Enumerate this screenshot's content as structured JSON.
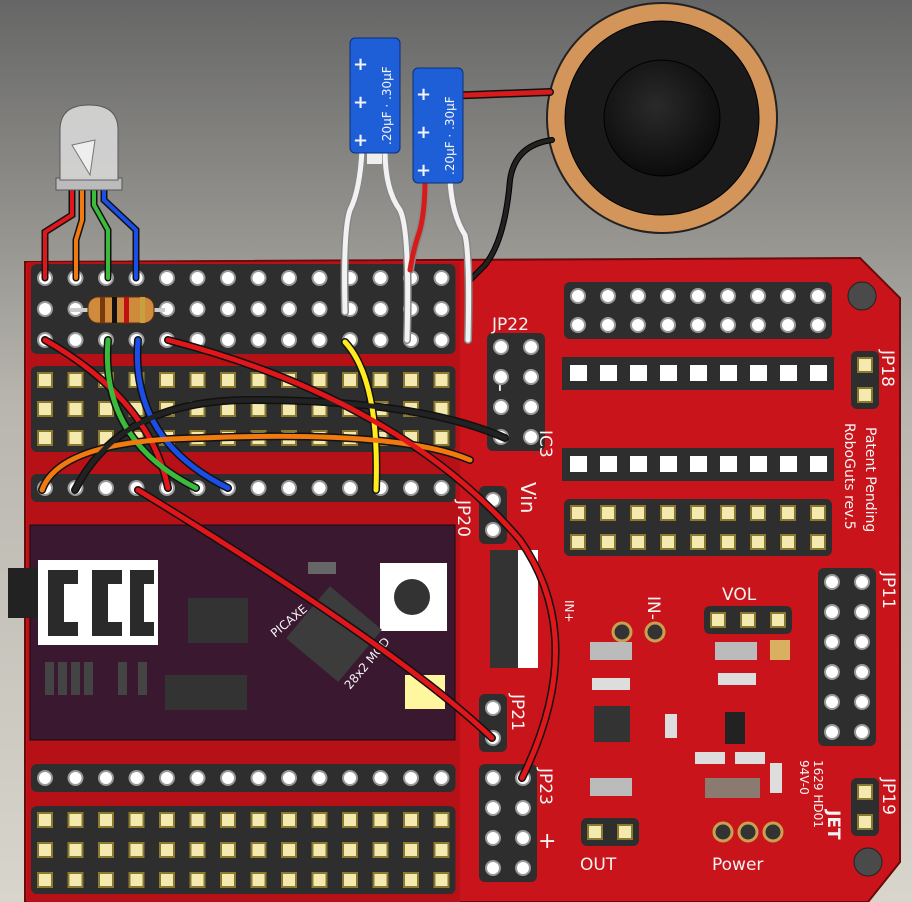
{
  "board": {
    "name": "RoboGuts rev.5",
    "patent": "Patent Pending",
    "cert_rating": "94V-0",
    "cert_code": "1629 HD01",
    "cert_brand": "JET",
    "colors": {
      "pcb": "#c8141a",
      "proto": "#b01016",
      "module": "#3a1830",
      "header": "#2e2e2e",
      "background_top": "#6c6c6c",
      "background_bottom": "#d4d2c8"
    }
  },
  "labels": {
    "jp22": "JP22",
    "jp18": "JP18",
    "jp20": "JP20",
    "jp21": "JP21",
    "jp23": "JP23",
    "jp11": "JP11",
    "jp19": "JP19",
    "ic3": "IC3",
    "vin": "Vin",
    "vol": "VOL",
    "in_minus": "IN-",
    "in_plus": "IN+",
    "out": "OUT",
    "power": "Power",
    "plus": "+",
    "minus": "-"
  },
  "module": {
    "name": "PICAXE",
    "type": "28x2 MOD"
  },
  "capacitors": [
    {
      "label": ".20µF · .30µF",
      "polarity": "+"
    },
    {
      "label": ".20µF · .30µF",
      "polarity": "+"
    }
  ]
}
